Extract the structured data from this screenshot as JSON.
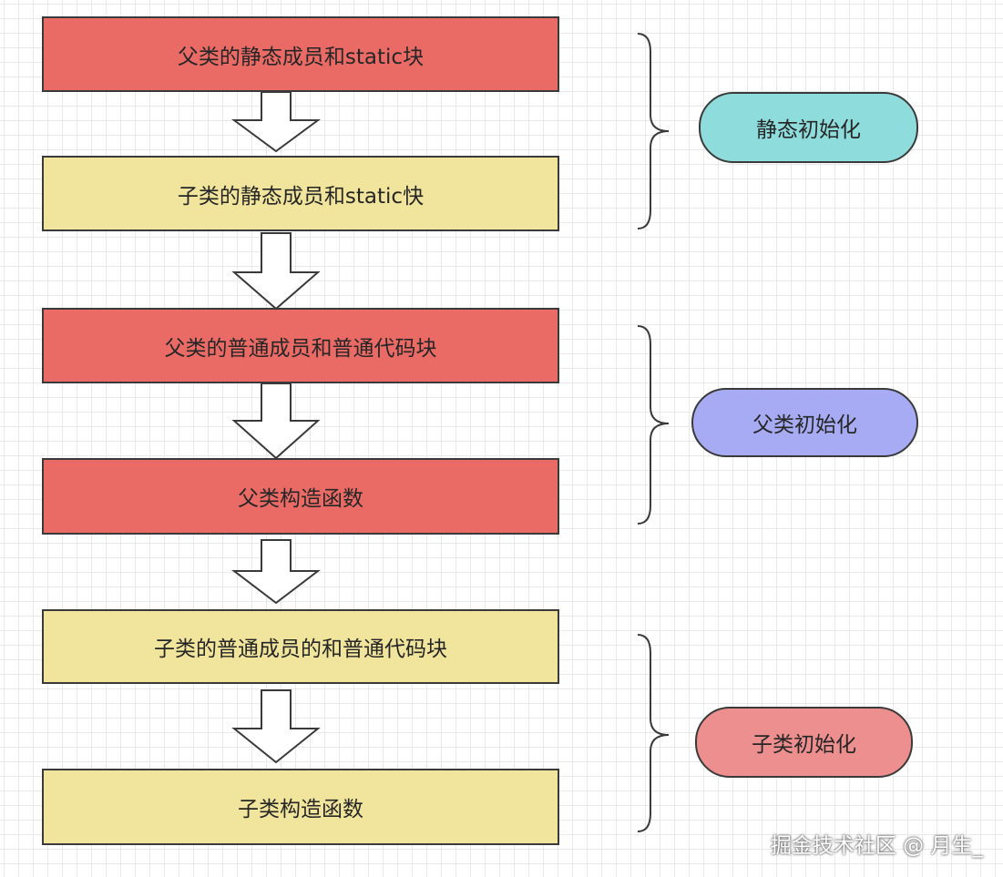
{
  "steps": [
    {
      "label": "父类的静态成员和static块",
      "color": "#ea6b66"
    },
    {
      "label": "子类的静态成员和static快",
      "color": "#f1e49c"
    },
    {
      "label": "父类的普通成员和普通代码块",
      "color": "#ea6b66"
    },
    {
      "label": "父类构造函数",
      "color": "#ea6b66"
    },
    {
      "label": "子类的普通成员的和普通代码块",
      "color": "#f1e49c"
    },
    {
      "label": "子类构造函数",
      "color": "#f1e49c"
    }
  ],
  "groups": [
    {
      "label": "静态初始化",
      "color": "#8fdcdc"
    },
    {
      "label": "父类初始化",
      "color": "#a6abf3"
    },
    {
      "label": "子类初始化",
      "color": "#ee8f8f"
    }
  ],
  "watermark": "掘金技术社区 @ 月生_"
}
